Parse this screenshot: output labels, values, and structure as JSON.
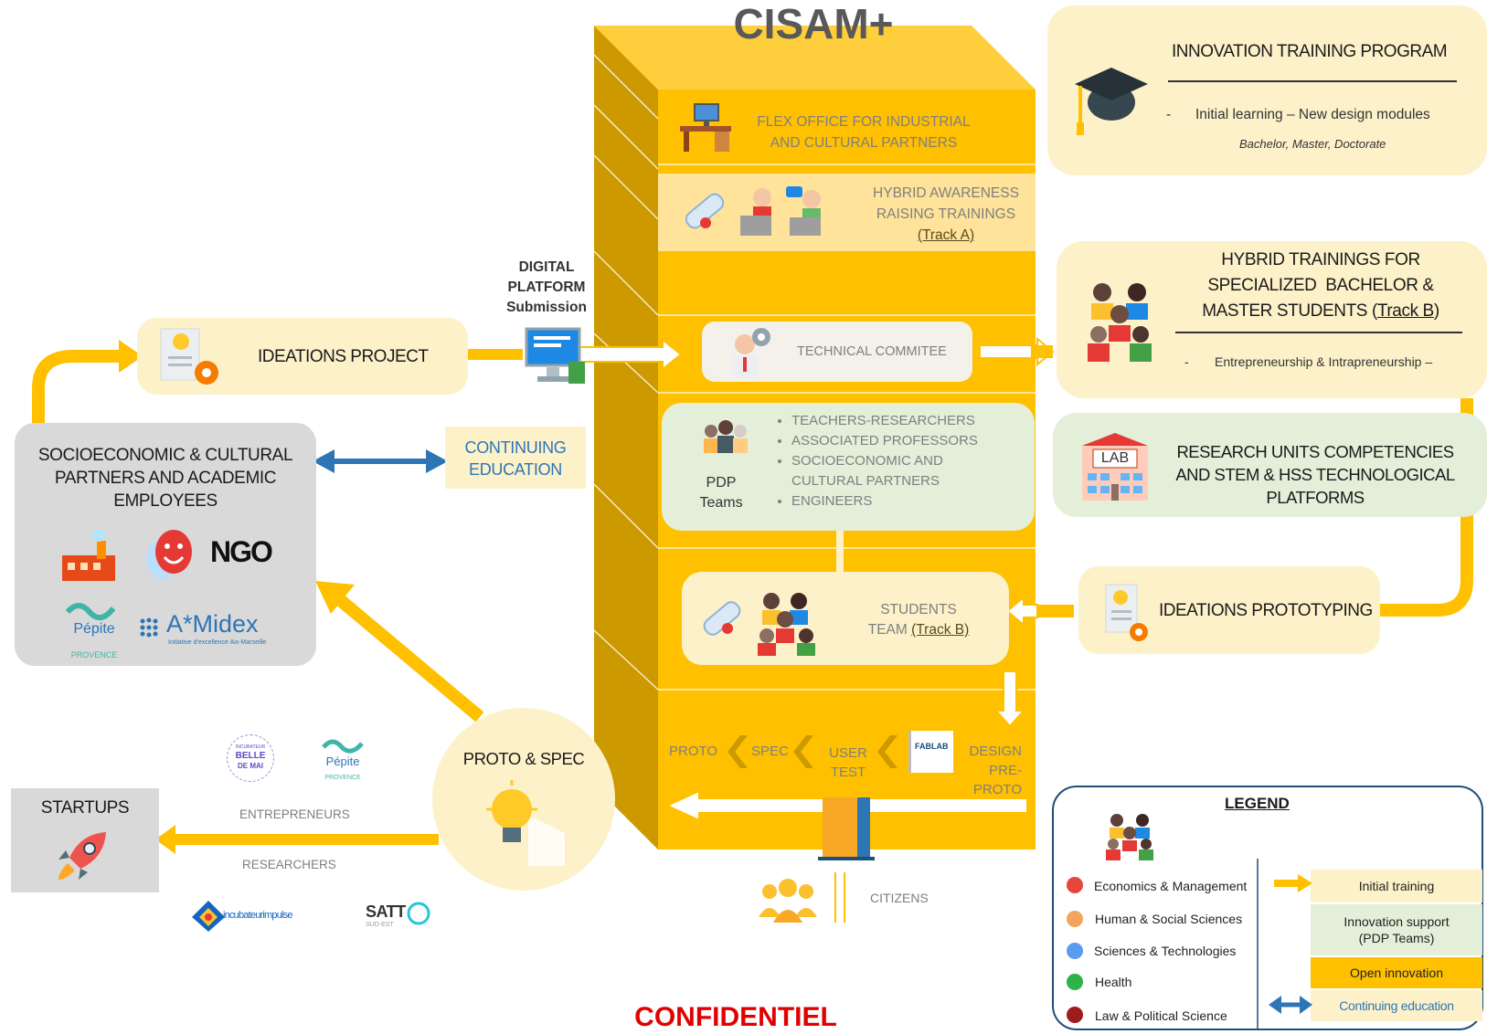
{
  "title": "CISAM+",
  "confidential": "CONFIDENTIEL",
  "building": {
    "flex_office": [
      "FLEX OFFICE FOR INDUSTRIAL",
      "AND CULTURAL PARTNERS"
    ],
    "hybrid_awareness": [
      "HYBRID AWARENESS",
      "RAISING TRAININGS"
    ],
    "hybrid_awareness_track": "(Track A)",
    "technical_committee": "TECHNICAL COMMITEE",
    "pdp_label": [
      "PDP",
      "Teams"
    ],
    "pdp_members": [
      "TEACHERS-RESEARCHERS",
      "ASSOCIATED PROFESSORS",
      "SOCIOECONOMIC AND CULTURAL PARTNERS",
      "ENGINEERS"
    ],
    "students_team": "STUDENTS",
    "students_team_prefix": "TEAM ",
    "students_team_track": "(Track B)",
    "proto": "PROTO",
    "spec": "SPEC",
    "user_test": [
      "USER",
      "TEST"
    ],
    "fablab": "FABLAB",
    "design_preproto": [
      "DESIGN",
      "PRE-PROTO"
    ],
    "citizens": "CITIZENS"
  },
  "digital_platform": [
    "DIGITAL",
    "PLATFORM",
    "Submission"
  ],
  "ideations_project": "IDEATIONS PROJECT",
  "partners": {
    "title": [
      "SOCIOECONOMIC & CULTURAL",
      "PARTNERS AND ACADEMIC",
      "EMPLOYEES"
    ],
    "ngo": "NGO",
    "pepite": "Pépite",
    "pepite_sub": "PROVENCE",
    "amidex": "A*Midex",
    "amidex_sub": "Initiative d'excellence Aix-Marseille"
  },
  "continuing_education": [
    "CONTINUING",
    "EDUCATION"
  ],
  "proto_spec": "PROTO & SPEC",
  "startups": "STARTUPS",
  "entrepreneurs": "ENTREPRENEURS",
  "researchers": "RESEARCHERS",
  "belle_de_mai": [
    "INCUBATEUR",
    "BELLE",
    "DE MAI"
  ],
  "pepite2": "Pépite",
  "pepite2_sub": "PROVENCE",
  "impulse": "incubateurimpulse",
  "satt": "SATT",
  "satt_sub": "SUD-EST",
  "innovation_program": {
    "title": "INNOVATION TRAINING PROGRAM",
    "dash": "-",
    "line": "Initial learning –  New design modules",
    "sub": "Bachelor, Master, Doctorate"
  },
  "hybrid_trainings": {
    "title": [
      "HYBRID TRAININGS FOR",
      "SPECIALIZED  BACHELOR &"
    ],
    "title_last_prefix": "MASTER STUDENTS (",
    "title_last_track": "Track B",
    "title_last_suffix": ")",
    "dash": "-",
    "line": "Entrepreneurship & Intrapreneurship –"
  },
  "research_units": [
    "RESEARCH UNITS COMPETENCIES",
    "AND STEM & HSS TECHNOLOGICAL",
    "PLATFORMS"
  ],
  "lab": "LAB",
  "ideations_prototyping": "IDEATIONS PROTOTYPING",
  "legend": {
    "title": "LEGEND",
    "disciplines": [
      {
        "label": "Economics & Management",
        "color": "#e8453c"
      },
      {
        "label": "Human & Social Sciences",
        "color": "#f4a460"
      },
      {
        "label": "Sciences & Technologies",
        "color": "#5b9bf0"
      },
      {
        "label": "Health",
        "color": "#2db34a"
      },
      {
        "label": "Law & Political Science",
        "color": "#a01c1c"
      }
    ],
    "initial_training": "Initial training",
    "innovation_support": [
      "Innovation support",
      "(PDP Teams)"
    ],
    "open_innovation": "Open innovation",
    "continuing_education": "Continuing education"
  },
  "colors": {
    "yellow": "#ffc000",
    "dark_yellow": "#cc9900",
    "cream": "#fdf1c9",
    "green": "#e3efd9",
    "blue_arrow": "#2e75b6",
    "red_text": "#e00000"
  }
}
